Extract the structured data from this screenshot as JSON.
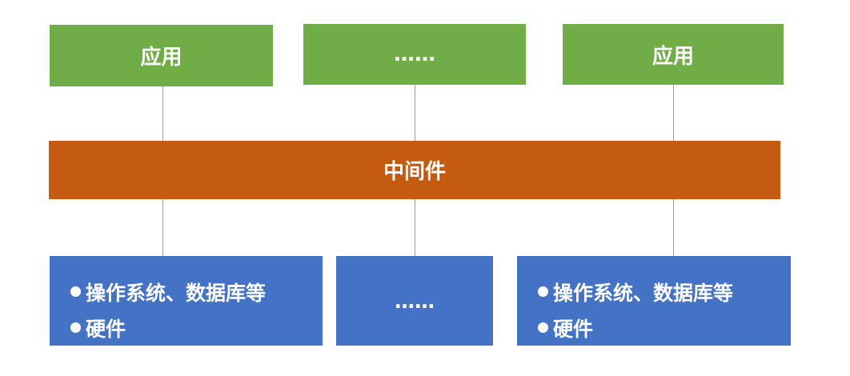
{
  "apps": [
    {
      "label": "应用"
    },
    {
      "label": "……"
    },
    {
      "label": "应用"
    }
  ],
  "middleware": {
    "label": "中间件"
  },
  "infra": {
    "left": {
      "items": [
        "操作系统、数据库等",
        "硬件"
      ]
    },
    "middle": {
      "label": "……"
    },
    "right": {
      "items": [
        "操作系统、数据库等",
        "硬件"
      ]
    }
  },
  "colors": {
    "app": "#71ad47",
    "middleware": "#c55a11",
    "infra": "#4472c4",
    "connector": "#9a9a9a"
  }
}
